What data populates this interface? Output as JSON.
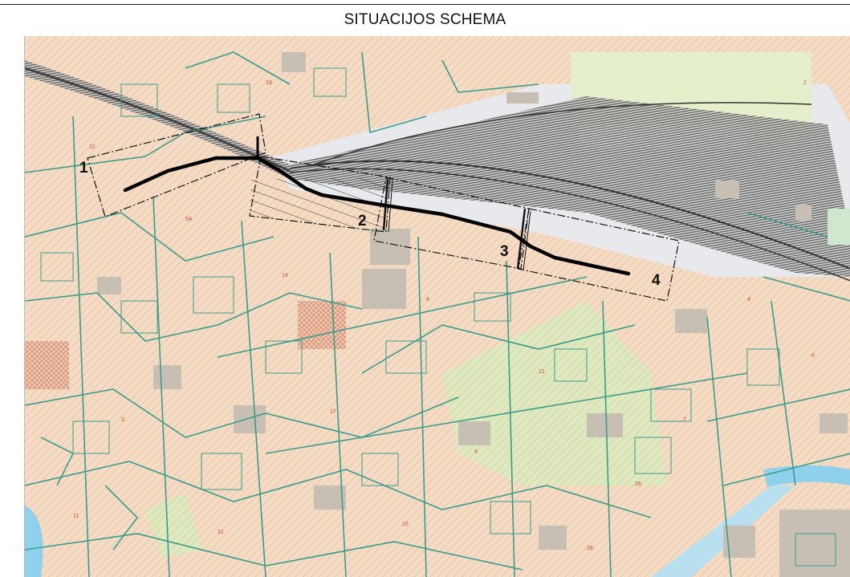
{
  "title": "SITUACIJOS SCHEMA",
  "route_markers": [
    "1",
    "2",
    "3",
    "4"
  ],
  "colors": {
    "land": "#f4dcc4",
    "green_area": "#dfe8bf",
    "parcel_lines": "#3c9c8c",
    "railway": "#505050",
    "route": "#000000",
    "water": "#8fd0ec",
    "buildings": "#c8bfb4"
  }
}
